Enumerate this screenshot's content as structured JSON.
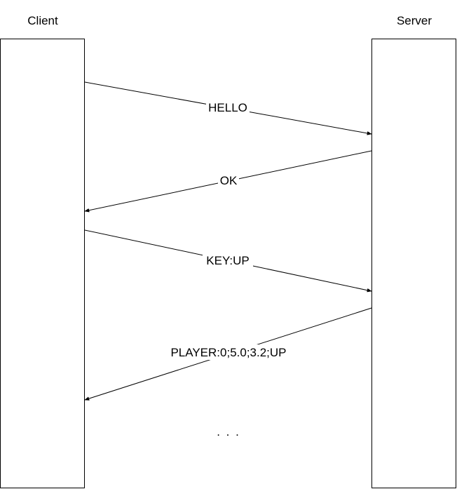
{
  "participants": {
    "client": "Client",
    "server": "Server"
  },
  "messages": [
    {
      "label": "HELLO",
      "from": "client",
      "to": "server"
    },
    {
      "label": "OK",
      "from": "server",
      "to": "client"
    },
    {
      "label": "KEY:UP",
      "from": "client",
      "to": "server"
    },
    {
      "label": "PLAYER:0;5.0;3.2;UP",
      "from": "server",
      "to": "client"
    }
  ],
  "continuation": ". . ."
}
